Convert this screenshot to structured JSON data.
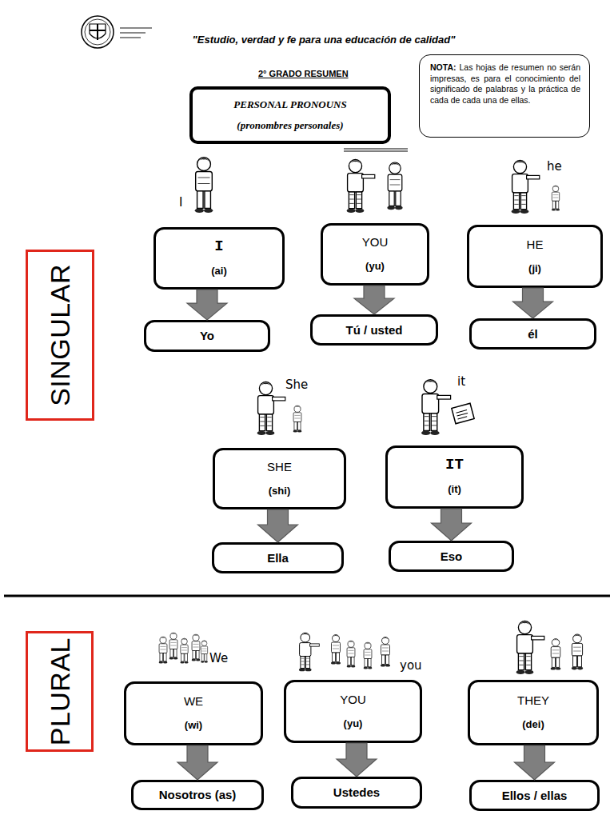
{
  "diagram": {
    "title": "\"Estudio, verdad y fe para una educación de calidad\"",
    "nodes": [
      {
        "text": [
          "PERSONAL PRONOUNS",
          "(pronombres personales)"
        ]
      },
      {
        "text": [
          "NOTA:",
          "Las hojas de resumen no serán impresas, es para el conocimiento del significado de palabras y la práctica de cada de cada una de ellas."
        ]
      },
      {
        "text": [
          "SINGULAR"
        ]
      },
      {
        "text": [
          "I",
          "(ai)"
        ]
      },
      {
        "text": [
          "YOU",
          "(yu)"
        ]
      },
      {
        "text": [
          "HE",
          "(ji)"
        ]
      },
      {
        "text": [
          "Yo"
        ]
      },
      {
        "text": [
          "Tú / usted"
        ]
      },
      {
        "text": [
          "él"
        ]
      },
      {
        "text": [
          "SHE",
          "(shi)"
        ]
      },
      {
        "text": [
          "IT",
          "(it)"
        ]
      },
      {
        "text": [
          "Ella"
        ]
      },
      {
        "text": [
          "Eso"
        ]
      },
      {
        "text": [
          "PLURAL"
        ]
      },
      {
        "text": [
          "WE",
          "(wi)"
        ]
      },
      {
        "text": [
          "YOU",
          "(yu)"
        ]
      },
      {
        "text": [
          "THEY",
          "(dei)"
        ]
      },
      {
        "text": [
          "Nosotros (as)"
        ]
      },
      {
        "text": [
          "Ustedes"
        ]
      },
      {
        "text": [
          "Ellos / ellas"
        ]
      }
    ],
    "edges": [
      {
        "from": 3,
        "to": 6,
        "arrow": "to"
      },
      {
        "from": 4,
        "to": 7,
        "arrow": "to"
      },
      {
        "from": 5,
        "to": 8,
        "arrow": "to"
      },
      {
        "from": 9,
        "to": 11,
        "arrow": "to"
      },
      {
        "from": 10,
        "to": 12,
        "arrow": "to"
      },
      {
        "from": 14,
        "to": 17,
        "arrow": "to"
      },
      {
        "from": 15,
        "to": 18,
        "arrow": "to"
      },
      {
        "from": 16,
        "to": 19,
        "arrow": "to"
      }
    ],
    "labels": [
      "2° GRADO RESUMEN",
      "I",
      "he",
      "She",
      "it",
      "We",
      "you"
    ]
  }
}
